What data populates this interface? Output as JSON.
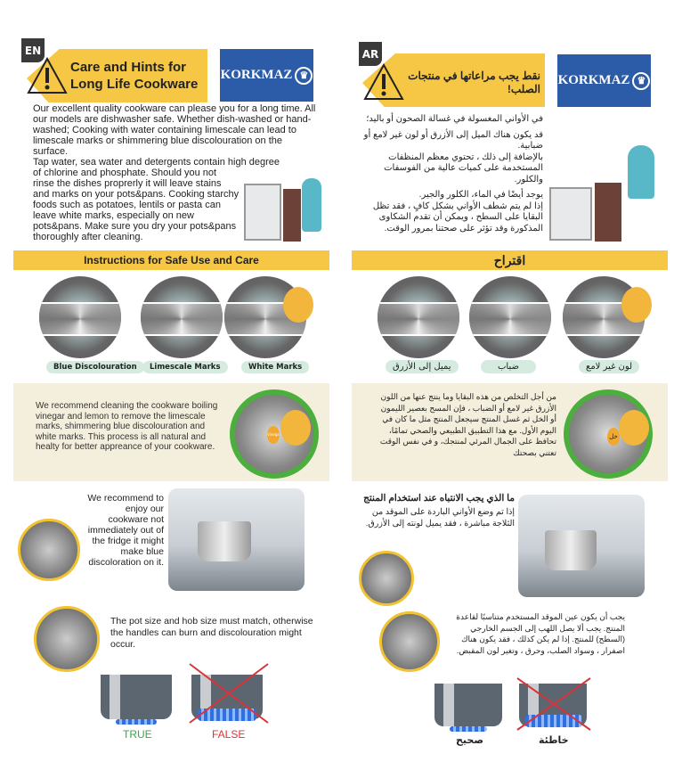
{
  "en": {
    "lang_tab": "EN",
    "title_line1": "Care and Hints for",
    "title_line2": "Long Life Cookware",
    "logo": "KORKMAZ",
    "intro_text": "Our excellent quality cookware can please you for a long time. All our models are dishwasher safe. Whether dish-washed or hand-washed; Cooking with water containing limescale can lead to limescale marks or shimmering blue discolouration on the surface.",
    "intro_text2": "Tap water, sea water and detergents contain high degree",
    "intro_text3": "of chlorine and phosphate. Should you not rinse the dishes proprerly it will leave stains and marks on your pots&pans. Cooking starchy foods such as potatoes, lentils or pasta can leave white marks, especially on new pots&pans. Make sure you dry your pots&pans thoroughly after cleaning.",
    "section_title": "Instructions for Safe Use and Care",
    "marks": [
      "Blue Discolouration",
      "Limescale Marks",
      "White Marks"
    ],
    "vinegar_label": "Vinegar",
    "cleaning_text": "We recommend cleaning the cookware boiling vinegar and lemon to remove the limescale marks, shimmering blue discolouration and white marks. This process is all natural and healty for better appreance of your cookware.",
    "fridge_text": "We recommend to enjoy our cookware not immediately out of the fridge it might make blue discoloration on it.",
    "hob_text": "The pot size and hob size must match, otherwise the handles can burn and discolouration might occur.",
    "true_label": "TRUE",
    "false_label": "FALSE"
  },
  "ar": {
    "lang_tab": "AR",
    "title": "نقط يجب مراعاتها في منتجات الصلب!",
    "logo": "KORKMAZ",
    "p1": "في الأواني المغسولة في غسالة الصحون أو باليد؛",
    "p2": "قد يكون هناك الميل إلى الأزرق أو لون غير لامع أو ضبابية.",
    "p3": "بالإضافة إلى ذلك ، تحتوي معظم المنظفات المستخدمة على كميات عالية من الفوسفات والكلور.",
    "p4": "يوجد أيضًا في الماء، الكلور والجير.",
    "p5": "إذا لم يتم شطف الأواني بشكل كافٍ ، فقد تظل البقايا على السطح ، ويمكن أن تقدم الشكاوى المذكورة وقد تؤثر على صحتنا بمرور الوقت.",
    "section_title": "اقتراح",
    "marks": [
      "يميل إلى الأزرق",
      "ضباب",
      "لون غير لامع"
    ],
    "vinegar_label": "خل",
    "cleaning_text": "من أجل التخلص من هذه البقايا وما ينتج عنها من اللون الأزرق غير لامع أو الضباب ، فإن المسح بعصير الليمون أو الخل ثم غسل المنتج سيجعل المنتج مثل ما كان في اليوم الأول. مع هذا التطبيق الطبيعي والصحي تمامًا، تحافظ على الجمال المرئي لمنتجك، و في نفس الوقت تعتني بصحتك",
    "fridge_title": "ما الذي يجب الانتباه عند استخدام المنتج",
    "fridge_text": "إذا تم وضع الأواني الباردة على الموقد من الثلاجة مباشرة ، فقد يميل لونته إلى الأزرق.",
    "hob_text": "يجب أن يكون عين الموقد المستخدم متناسبًا لقاعدة المنتج. يجب ألا يصل اللهب إلى الجسم الخارجي (السطح) للمنتج. إذا لم يكن كذلك ، فقد يكون هناك اصفرار ، وسواد الصلب، وحرق ، وتغير لون المقبض.",
    "true_label": "صحيح",
    "false_label": "خاطئة"
  },
  "colors": {
    "yellow": "#f6c745",
    "brand_blue": "#2c5ba8",
    "true_green": "#3aa64a",
    "false_red": "#d9343a",
    "pill": "#d6ebe0",
    "cream": "#f4efdc"
  },
  "icons": [
    "warning-triangle-icon",
    "korkmaz-logo",
    "vinegar-drop-icon",
    "lemon-mascot",
    "cross-mark-icon"
  ]
}
